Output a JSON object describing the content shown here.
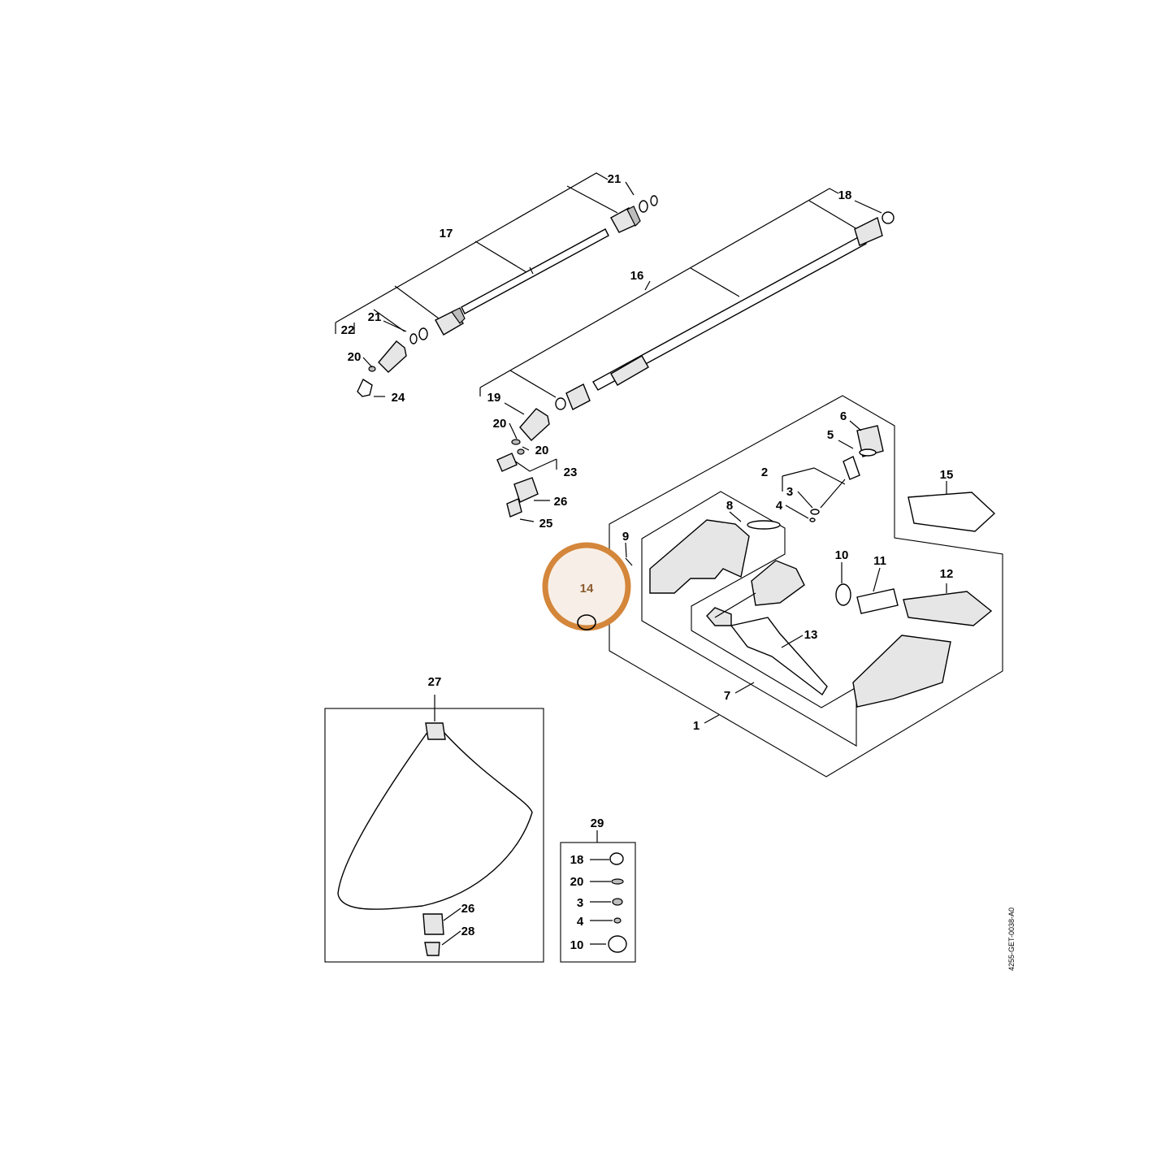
{
  "diagram": {
    "doc_code": "4255-GET-0038-A0",
    "highlight": {
      "label": "14",
      "color": "#d4863a"
    },
    "callouts": {
      "p1": "1",
      "p2": "2",
      "p3a": "3",
      "p4a": "4",
      "p5": "5",
      "p6": "6",
      "p7": "7",
      "p8": "8",
      "p9": "9",
      "p10": "10",
      "p11": "11",
      "p12": "12",
      "p13": "13",
      "p15": "15",
      "p16": "16",
      "p17": "17",
      "p18": "18",
      "p19": "19",
      "p20a": "20",
      "p20b": "20",
      "p20c": "20",
      "p21a": "21",
      "p21b": "21",
      "p22": "22",
      "p23": "23",
      "p24": "24",
      "p25": "25",
      "p26a": "26",
      "p26b": "26",
      "p27": "27",
      "p28": "28",
      "p29": "29"
    },
    "kit_items": [
      "18",
      "20",
      "3",
      "4",
      "10"
    ]
  }
}
